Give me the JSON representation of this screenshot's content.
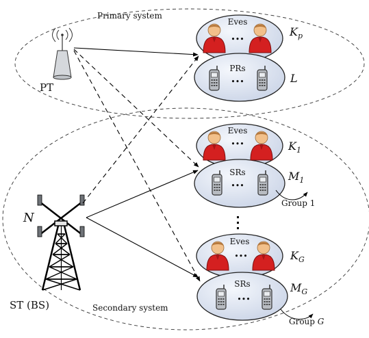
{
  "primary": {
    "title": "Primary system",
    "pt_label": "PT",
    "eves_label": "Eves",
    "eves_count": "K",
    "eves_count_sub": "p",
    "prs_label": "PRs",
    "prs_count": "L"
  },
  "secondary": {
    "title": "Secondary system",
    "st_label": "ST (BS)",
    "antenna_count": "N",
    "group1": {
      "eves_label": "Eves",
      "eves_count": "K",
      "eves_count_sub": "1",
      "srs_label": "SRs",
      "srs_count": "M",
      "srs_count_sub": "1",
      "group_label": "Group 1"
    },
    "groupG": {
      "eves_label": "Eves",
      "eves_count": "K",
      "eves_count_sub": "G",
      "srs_label": "SRs",
      "srs_count": "M",
      "srs_count_sub": "G",
      "group_label_prefix": "Group",
      "group_label_var": "G"
    }
  },
  "ellipsis": "•••",
  "colors": {
    "cluster_fill": "#dfe6f2",
    "eve_body": "#d42020",
    "eve_face": "#f2c08a",
    "phone_body": "#b8bcc2"
  },
  "icons": {
    "transmitter": "antenna-tower-icon",
    "eavesdropper": "person-icon",
    "receiver": "mobile-phone-icon",
    "base_station": "lattice-tower-icon"
  }
}
